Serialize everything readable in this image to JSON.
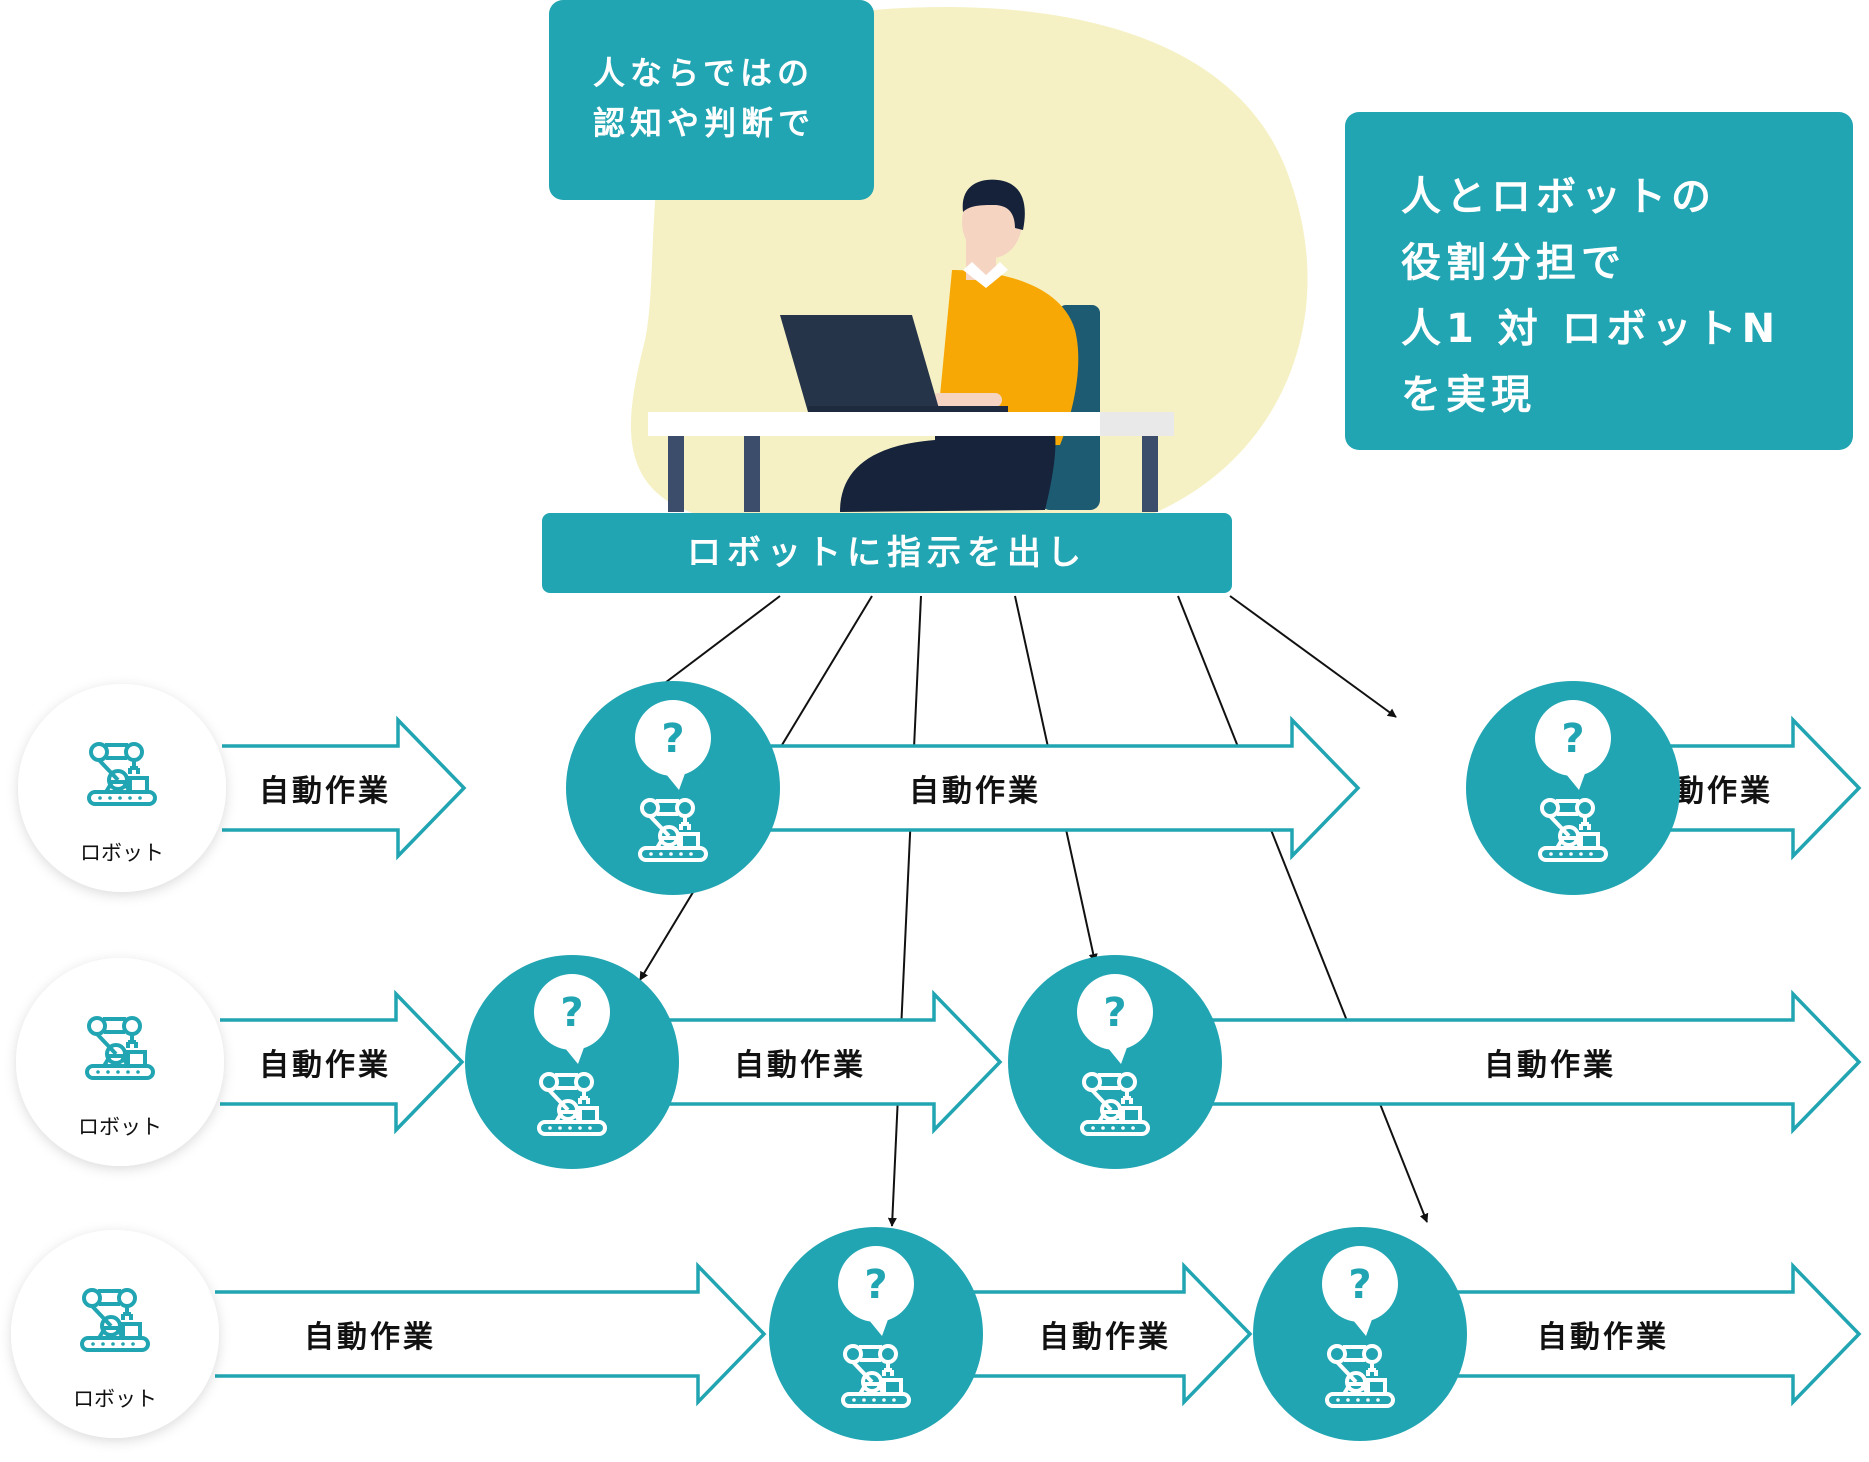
{
  "callouts": {
    "cognition": [
      "人ならではの",
      "認知や判断で"
    ],
    "summary": [
      "人とロボットの",
      "役割分担で",
      "人1 対 ロボットN",
      "を実現"
    ],
    "instruction": "ロボットに指示を出し"
  },
  "robot_label": "ロボット",
  "question_mark": "?",
  "task_label": "自動作業",
  "rows": [
    {
      "robot": "ロボット",
      "segments": [
        {
          "label": "自動作業"
        },
        {
          "label": "自動作業"
        },
        {
          "label": "自動作業"
        }
      ]
    },
    {
      "robot": "ロボット",
      "segments": [
        {
          "label": "自動作業"
        },
        {
          "label": "自動作業"
        },
        {
          "label": "自動作業"
        }
      ]
    },
    {
      "robot": "ロボット",
      "segments": [
        {
          "label": "自動作業"
        },
        {
          "label": "自動作業"
        },
        {
          "label": "自動作業"
        }
      ]
    }
  ],
  "colors": {
    "teal": "#22a5b2",
    "blob": "#f5f1c4",
    "sweater": "#f8a805",
    "laptop": "#263449",
    "desk_leg": "#3c4d6b",
    "chair": "#1c5b72",
    "trousers": "#16233b",
    "skin": "#f5d4c2",
    "hair": "#15223a",
    "robot_card_shadow": "#dddddd"
  }
}
